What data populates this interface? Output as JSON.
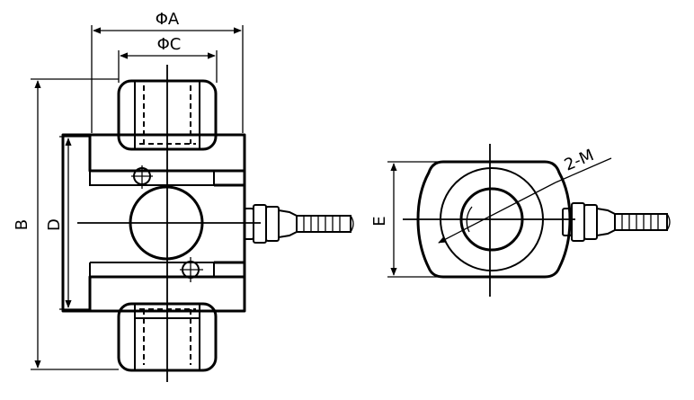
{
  "labels": {
    "phi_a": "ΦA",
    "phi_c": "ΦC",
    "b": "B",
    "d": "D",
    "e": "E",
    "m": "2-M"
  },
  "colors": {
    "ink": "#000000",
    "paper": "#ffffff"
  }
}
